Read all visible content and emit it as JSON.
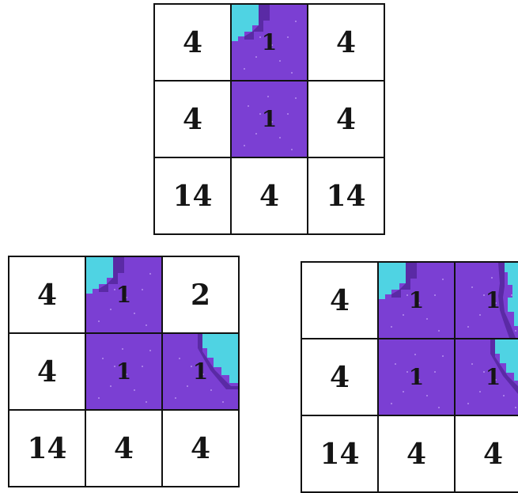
{
  "colors": {
    "purple": "#7b3fd3",
    "cyan": "#4fd3e3",
    "border": "#111111"
  },
  "boards": [
    {
      "cells": [
        {
          "text": "4",
          "fill": "white"
        },
        {
          "text": "1",
          "fill": "purple",
          "corner": "tl"
        },
        {
          "text": "4",
          "fill": "white"
        },
        {
          "text": "4",
          "fill": "white"
        },
        {
          "text": "1",
          "fill": "purple"
        },
        {
          "text": "4",
          "fill": "white"
        },
        {
          "text": "14",
          "fill": "white"
        },
        {
          "text": "4",
          "fill": "white"
        },
        {
          "text": "14",
          "fill": "white"
        }
      ]
    },
    {
      "cells": [
        {
          "text": "4",
          "fill": "white"
        },
        {
          "text": "1",
          "fill": "purple",
          "corner": "tl"
        },
        {
          "text": "2",
          "fill": "white"
        },
        {
          "text": "4",
          "fill": "white"
        },
        {
          "text": "1",
          "fill": "purple"
        },
        {
          "text": "1",
          "fill": "purple",
          "corner": "tr"
        },
        {
          "text": "14",
          "fill": "white"
        },
        {
          "text": "4",
          "fill": "white"
        },
        {
          "text": "4",
          "fill": "white"
        }
      ]
    },
    {
      "cells": [
        {
          "text": "4",
          "fill": "white"
        },
        {
          "text": "1",
          "fill": "purple",
          "corner": "tl"
        },
        {
          "text": "1",
          "fill": "purple",
          "corner": "right"
        },
        {
          "text": "4",
          "fill": "white"
        },
        {
          "text": "1",
          "fill": "purple"
        },
        {
          "text": "1",
          "fill": "purple",
          "corner": "tr"
        },
        {
          "text": "14",
          "fill": "white"
        },
        {
          "text": "4",
          "fill": "white"
        },
        {
          "text": "4",
          "fill": "white"
        }
      ]
    }
  ]
}
